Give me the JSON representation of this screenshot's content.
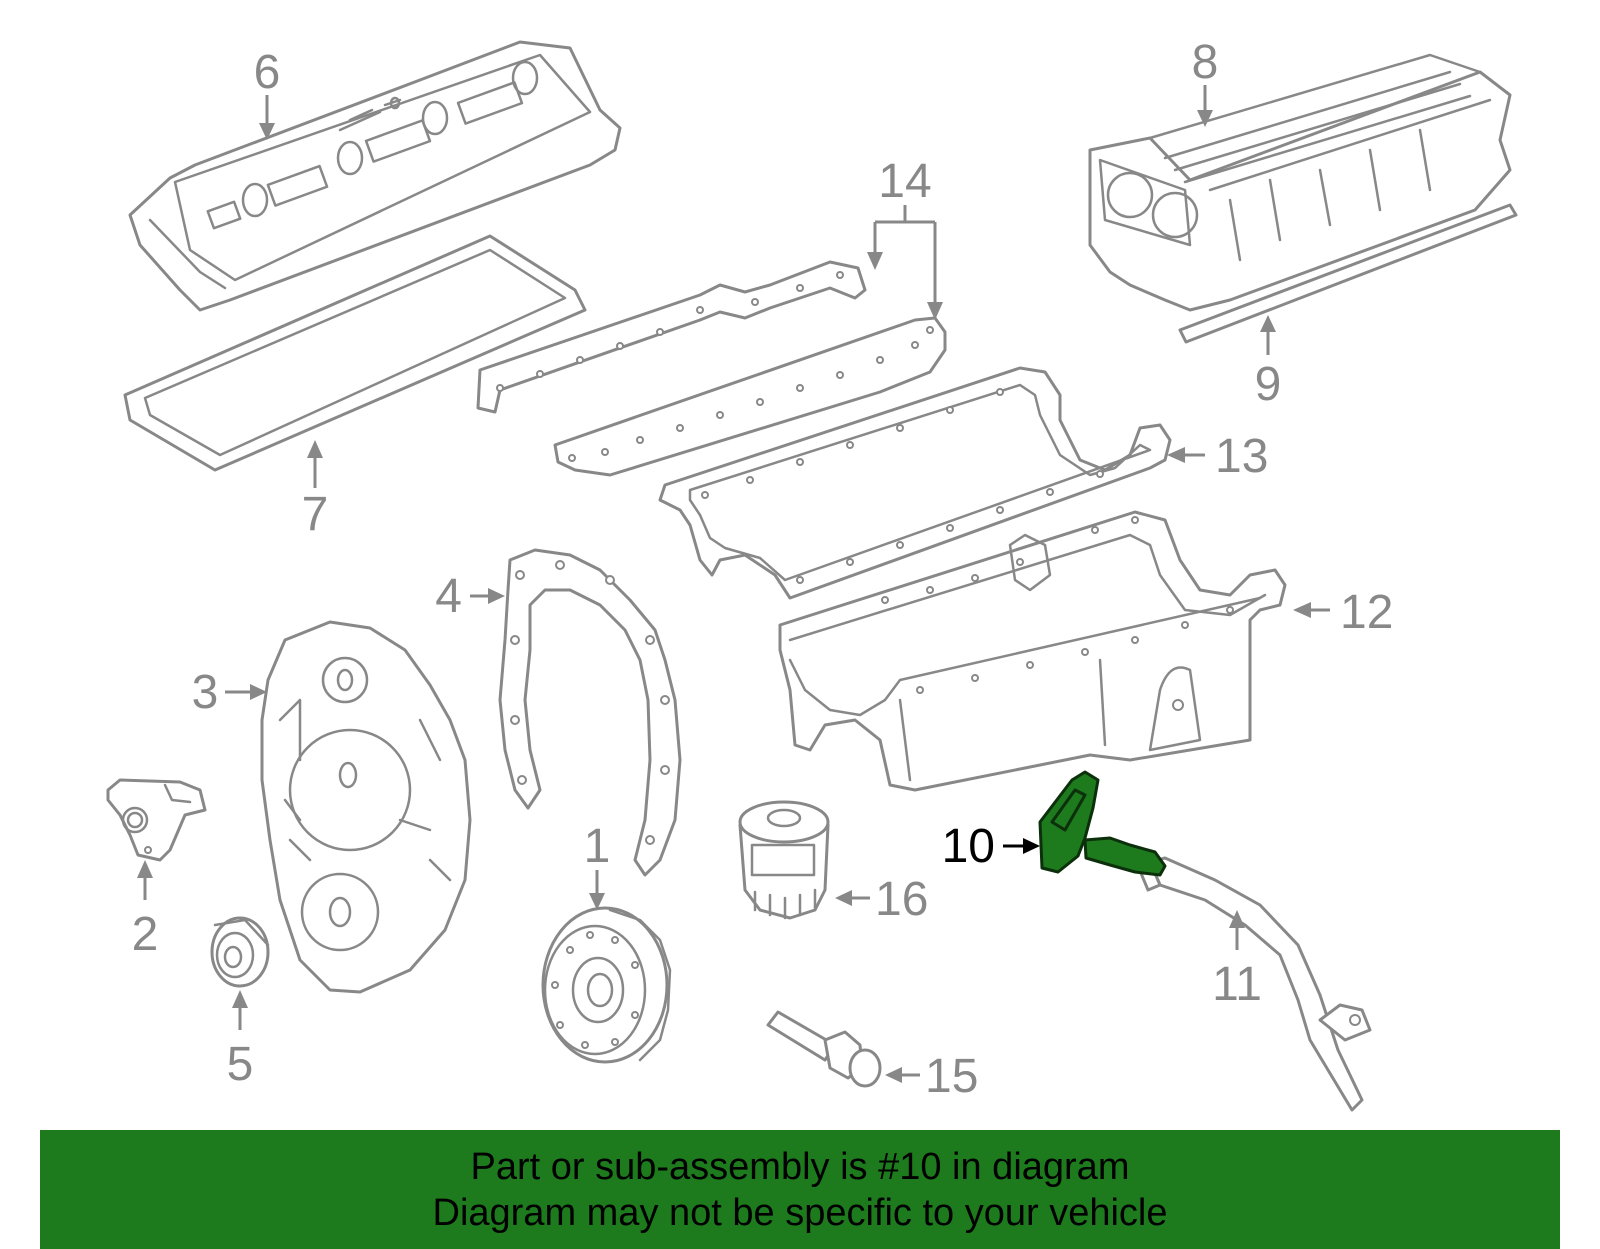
{
  "diagram": {
    "highlighted_part": "10",
    "colors": {
      "line_art": "#888888",
      "highlight_fill": "#1d7a1d",
      "highlight_label": "#000000",
      "banner_bg": "#1d7a1d"
    },
    "callouts": {
      "c1": "1",
      "c2": "2",
      "c3": "3",
      "c4": "4",
      "c5": "5",
      "c6": "6",
      "c7": "7",
      "c8": "8",
      "c9": "9",
      "c10": "10",
      "c11": "11",
      "c12": "12",
      "c13": "13",
      "c14": "14",
      "c15": "15",
      "c16": "16"
    }
  },
  "banner": {
    "line1": "Part or sub-assembly is #10 in diagram",
    "line2": "Diagram may not be specific to your vehicle"
  }
}
